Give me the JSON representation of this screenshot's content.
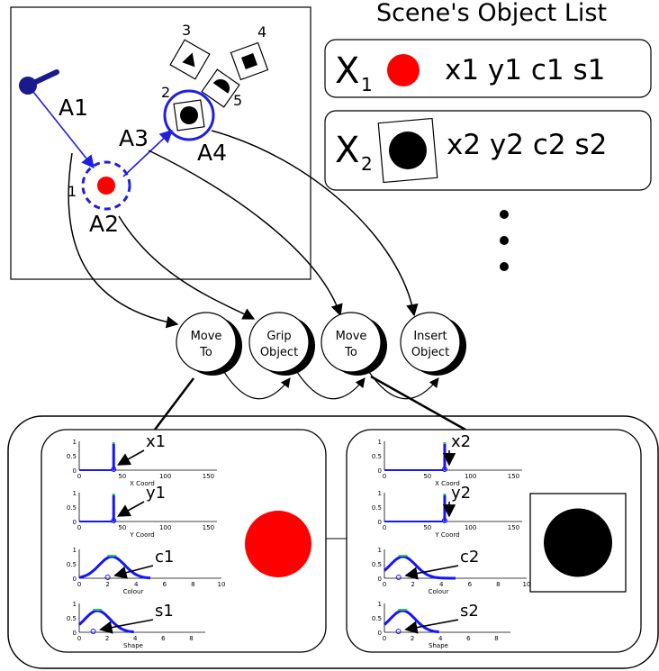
{
  "header": {
    "title": "Scene's Object List"
  },
  "scene": {
    "object_numbers": [
      "1",
      "2",
      "3",
      "4",
      "5"
    ],
    "action_labels": [
      "A1",
      "A2",
      "A3",
      "A4"
    ]
  },
  "object_list": [
    {
      "symbol": "X",
      "index": "1",
      "features": "x1 y1 c1 s1"
    },
    {
      "symbol": "X",
      "index": "2",
      "features": "x2 y2 c2 s2"
    }
  ],
  "actions": [
    {
      "line1": "Move",
      "line2": "To"
    },
    {
      "line1": "Grip",
      "line2": "Object"
    },
    {
      "line1": "Move",
      "line2": "To"
    },
    {
      "line1": "Insert",
      "line2": "Object"
    }
  ],
  "detail_panels": [
    {
      "id": "object-1",
      "object_color": "#ff0000",
      "plots": [
        {
          "xlabel": "X Coord",
          "xticks": [
            "0",
            "50",
            "100",
            "150"
          ],
          "yticks": [
            "0",
            "0.5",
            "1"
          ],
          "callout": "x1",
          "shape": "spike",
          "peak": 40,
          "xmax": 160
        },
        {
          "xlabel": "Y Coord",
          "xticks": [
            "0",
            "50",
            "100",
            "150"
          ],
          "yticks": [
            "0",
            "0.5",
            "1"
          ],
          "callout": "y1",
          "shape": "spike",
          "peak": 40,
          "xmax": 160
        },
        {
          "xlabel": "Colour",
          "xticks": [
            "0",
            "2",
            "4",
            "6",
            "8",
            "10"
          ],
          "yticks": [
            "0",
            "0.5",
            "1"
          ],
          "callout": "c1",
          "shape": "bump",
          "peak": 2,
          "xmax": 10
        },
        {
          "xlabel": "Shape",
          "xticks": [
            "0",
            "2",
            "4",
            "6",
            "8"
          ],
          "yticks": [
            "0",
            "0.5",
            "1"
          ],
          "callout": "s1",
          "shape": "bump",
          "peak": 1,
          "xmax": 9
        }
      ]
    },
    {
      "id": "object-2",
      "object_color": "#000000",
      "plots": [
        {
          "xlabel": "X Coord",
          "xticks": [
            "0",
            "50",
            "100",
            "150"
          ],
          "yticks": [
            "0",
            "0.5",
            "1"
          ],
          "callout": "x2",
          "shape": "spike",
          "peak": 70,
          "xmax": 160
        },
        {
          "xlabel": "Y Coord",
          "xticks": [
            "0",
            "50",
            "100",
            "150"
          ],
          "yticks": [
            "0",
            "0.5",
            "1"
          ],
          "callout": "y2",
          "shape": "spike",
          "peak": 70,
          "xmax": 160
        },
        {
          "xlabel": "Colour",
          "xticks": [
            "0",
            "2",
            "4",
            "6",
            "8",
            "10"
          ],
          "yticks": [
            "0",
            "0.5",
            "1"
          ],
          "callout": "c2",
          "shape": "bump",
          "peak": 1,
          "xmax": 10
        },
        {
          "xlabel": "Shape",
          "xticks": [
            "0",
            "2",
            "4",
            "6",
            "8"
          ],
          "yticks": [
            "0",
            "0.5",
            "1"
          ],
          "callout": "s2",
          "shape": "bump",
          "peak": 1,
          "xmax": 9
        }
      ]
    }
  ],
  "colors": {
    "arm_blue": "#1a1a8c",
    "arrow_blue": "#1f1fe0",
    "curve_blue": "#1414ff",
    "curve_green": "#22cc44",
    "object_red": "#ff0000",
    "object_black": "#000000"
  }
}
